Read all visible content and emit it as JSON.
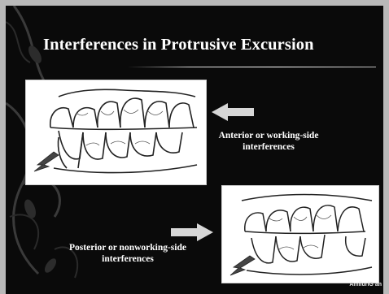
{
  "slide": {
    "title": "Interferences in Protrusive Excursion",
    "captions": {
      "anterior_line1": "Anterior or working-side",
      "anterior_line2": "interferences",
      "posterior_line1": "Posterior or nonworking-side",
      "posterior_line2": "interferences"
    },
    "credit": "AmiluriG an",
    "colors": {
      "background": "#0a0a0a",
      "text": "#ffffff",
      "arrow": "#d7d7d7",
      "frame": "#b9b9b9"
    },
    "icons": {
      "arrows": "left-arrow, right-arrow",
      "decoration": "floral-swirl"
    }
  }
}
